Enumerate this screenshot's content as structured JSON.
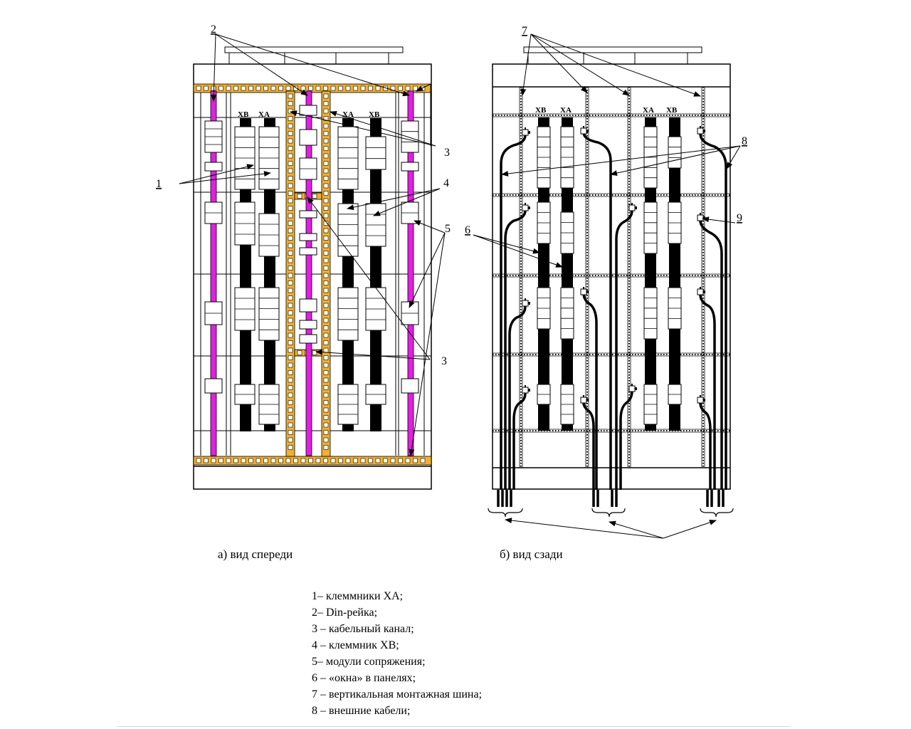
{
  "front_view": {
    "caption": "а) вид спереди",
    "col_labels": [
      "ХВ",
      "ХА",
      "ХА",
      "ХВ"
    ],
    "callouts": [
      "2",
      "3",
      "1",
      "4",
      "5",
      "3"
    ]
  },
  "rear_view": {
    "caption": "б) вид сзади",
    "col_labels": [
      "ХВ",
      "ХА",
      "ХА",
      "ХВ"
    ],
    "callouts": [
      "7",
      "8",
      "9",
      "6"
    ]
  },
  "legend": [
    "1– клеммники ХА;",
    "2– Din-рейка;",
    "3 – кабельный канал;",
    "4 – клеммник ХВ;",
    "5– модули сопряжения;",
    "6 – «окна» в панелях;",
    "7 – вертикальная монтажная шина;",
    "8 – внешние кабели;"
  ],
  "colors": {
    "din_rail": "#e020e0",
    "cable_channel": "#f0b030",
    "outline": "#000000"
  }
}
